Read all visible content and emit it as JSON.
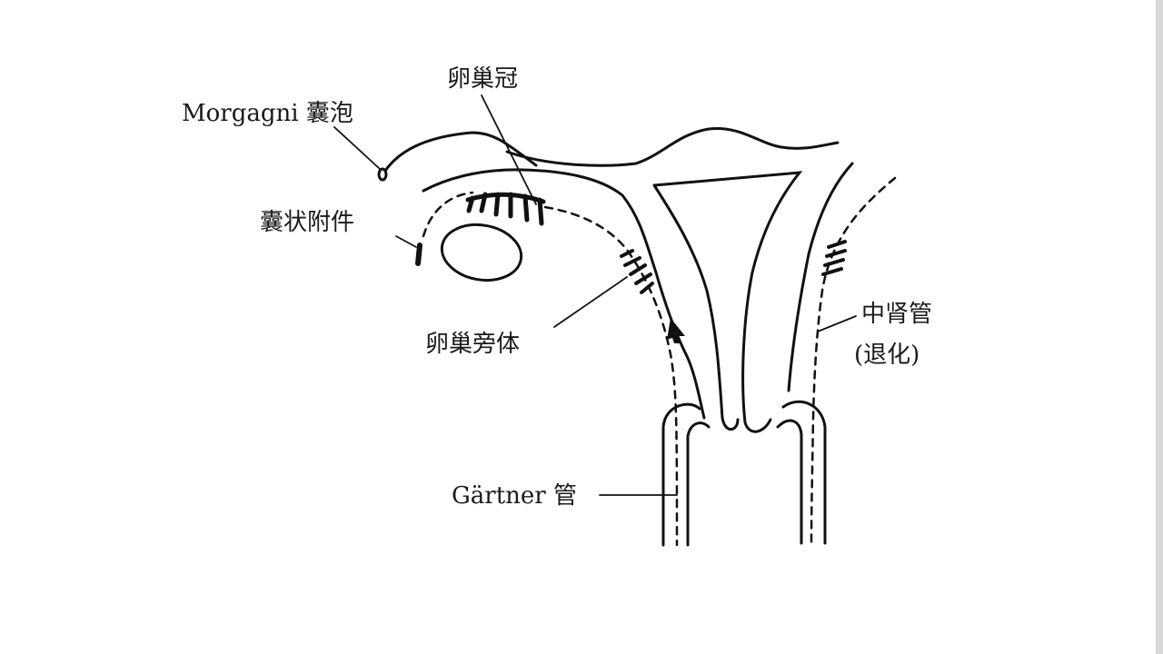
{
  "diagram": {
    "labels": {
      "morgagni": "Morgagni 囊泡",
      "epoophoron": "卵巢冠",
      "appendix": "囊状附件",
      "paroophoron": "卵巢旁体",
      "mesonephric_duct": "中肾管",
      "degenerated": "(退化)",
      "gartner": "Gärtner 管"
    },
    "line_color": "#111111"
  }
}
